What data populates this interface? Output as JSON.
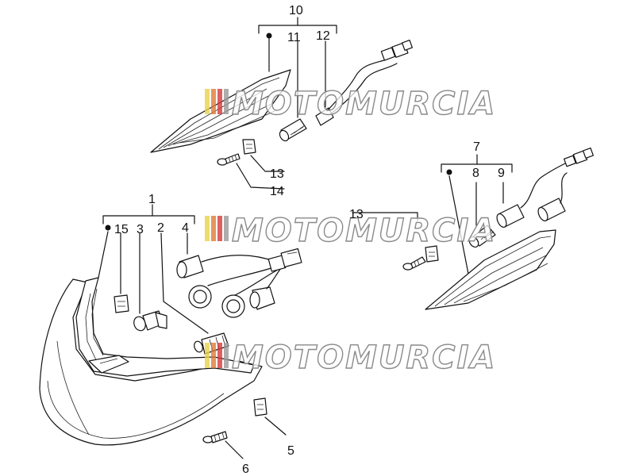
{
  "watermark": {
    "text": "MOTOMURCIA",
    "stripe_colors": [
      "#e8d24a",
      "#e07b33",
      "#d63a3a",
      "#9a9a9a"
    ]
  },
  "callouts": {
    "c1": "1",
    "c2": "2",
    "c3": "3",
    "c4": "4",
    "c5": "5",
    "c6": "6",
    "c7": "7",
    "c8": "8",
    "c9": "9",
    "c10": "10",
    "c11": "11",
    "c12": "12",
    "c13a": "13",
    "c13b": "13",
    "c14": "14",
    "c15": "15"
  },
  "colors": {
    "line": "#111111",
    "background": "#ffffff"
  }
}
